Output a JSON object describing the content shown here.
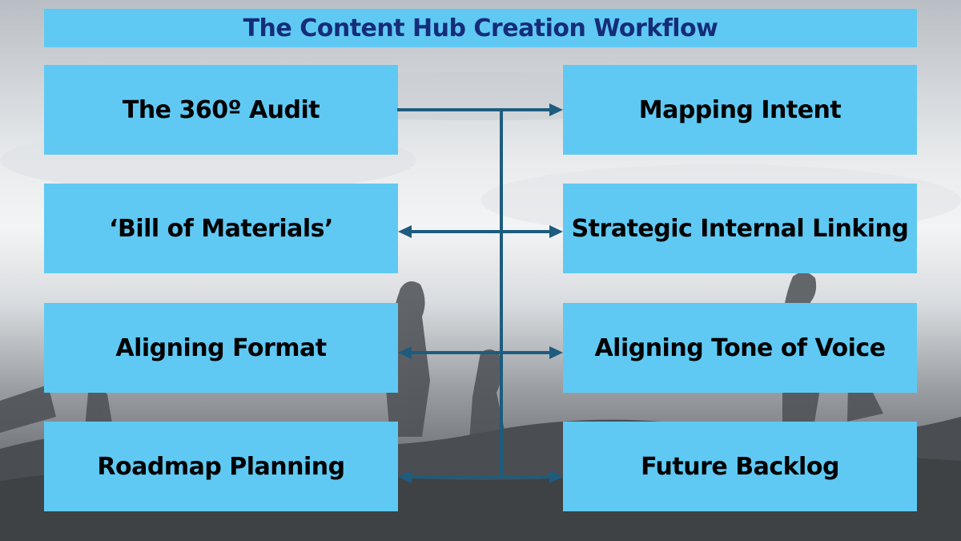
{
  "title": "The Content Hub Creation Workflow",
  "colors": {
    "box": "#5fc9f3",
    "title_text": "#152d79",
    "connector": "#1d5c7e"
  },
  "left_steps": [
    "The 360º Audit",
    "‘Bill of Materials’",
    "Aligning Format",
    "Roadmap Planning"
  ],
  "right_steps": [
    "Mapping Intent",
    "Strategic Internal Linking",
    "Aligning Tone of Voice",
    "Future Backlog"
  ]
}
